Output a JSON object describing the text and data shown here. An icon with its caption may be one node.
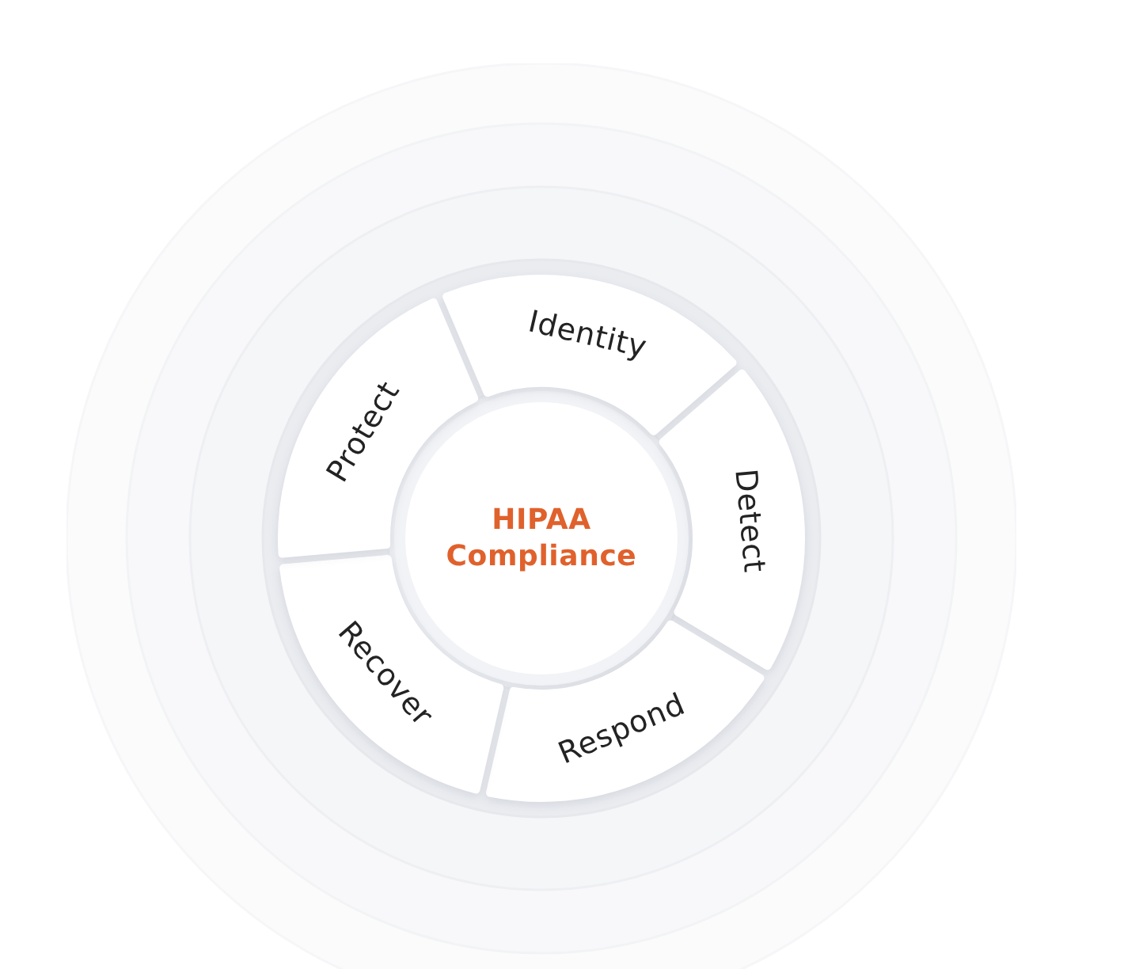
{
  "diagram": {
    "nodes": [
      {
        "text": [
          "HIPAA Compliance"
        ]
      },
      {
        "text": [
          "Identity"
        ]
      },
      {
        "text": [
          "Detect"
        ]
      },
      {
        "text": [
          "Respond"
        ]
      },
      {
        "text": [
          "Recover"
        ]
      },
      {
        "text": [
          "Protect"
        ]
      }
    ]
  }
}
